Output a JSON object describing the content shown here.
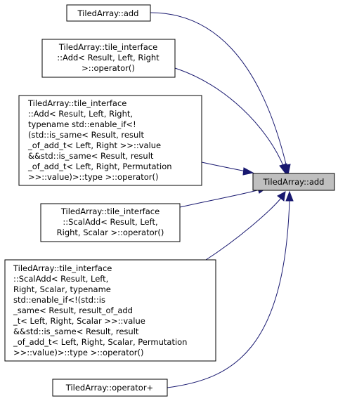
{
  "graph": {
    "target": {
      "label": "TiledArray::add"
    },
    "callers": [
      {
        "lines": [
          "TiledArray::add"
        ]
      },
      {
        "lines": [
          "TiledArray::tile_interface",
          "::Add< Result, Left, Right",
          " >::operator()"
        ]
      },
      {
        "lines": [
          "TiledArray::tile_interface",
          "::Add< Result, Left, Right,",
          " typename std::enable_if<!",
          "(std::is_same< Result, result",
          "_of_add_t< Left, Right >>::value",
          " &&std::is_same< Result, result",
          "_of_add_t< Left, Right, Permutation",
          " >>::value)>::type >::operator()"
        ]
      },
      {
        "lines": [
          "TiledArray::tile_interface",
          "::ScalAdd< Result, Left,",
          " Right, Scalar >::operator()"
        ]
      },
      {
        "lines": [
          "TiledArray::tile_interface",
          "::ScalAdd< Result, Left,",
          " Right, Scalar, typename",
          " std::enable_if<!(std::is",
          "_same< Result, result_of_add",
          "_t< Left, Right, Scalar >>::value",
          " &&std::is_same< Result, result",
          "_of_add_t< Left, Right, Scalar, Permutation",
          " >>::value)>::type >::operator()"
        ]
      },
      {
        "lines": [
          "TiledArray::operator+"
        ]
      }
    ]
  },
  "colors": {
    "edge": "#191970",
    "target_fill": "#bfbfbf",
    "node_fill": "#ffffff",
    "border": "#000000"
  }
}
